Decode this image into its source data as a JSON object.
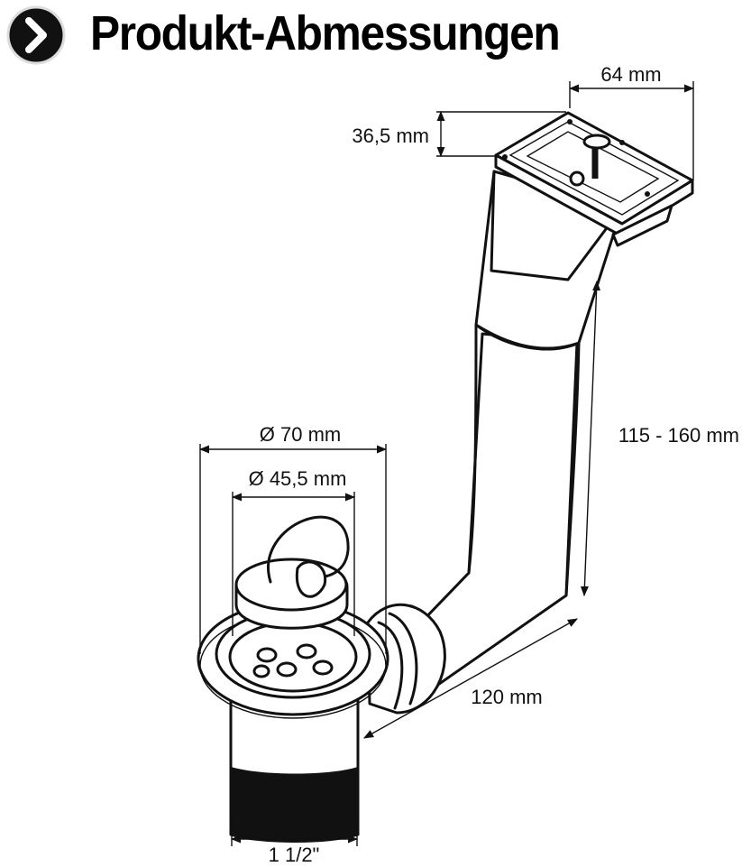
{
  "header": {
    "title": "Produkt-Abmessungen",
    "icon": "chevron-right-icon",
    "icon_color": "#111111"
  },
  "dimensions": {
    "overflow_width": "64 mm",
    "overflow_height": "36,5 mm",
    "height_range": "115 - 160 mm",
    "outer_diameter": "Ø 70 mm",
    "inner_diameter": "Ø 45,5 mm",
    "length": "120 mm",
    "thread": "1 1/2\""
  }
}
